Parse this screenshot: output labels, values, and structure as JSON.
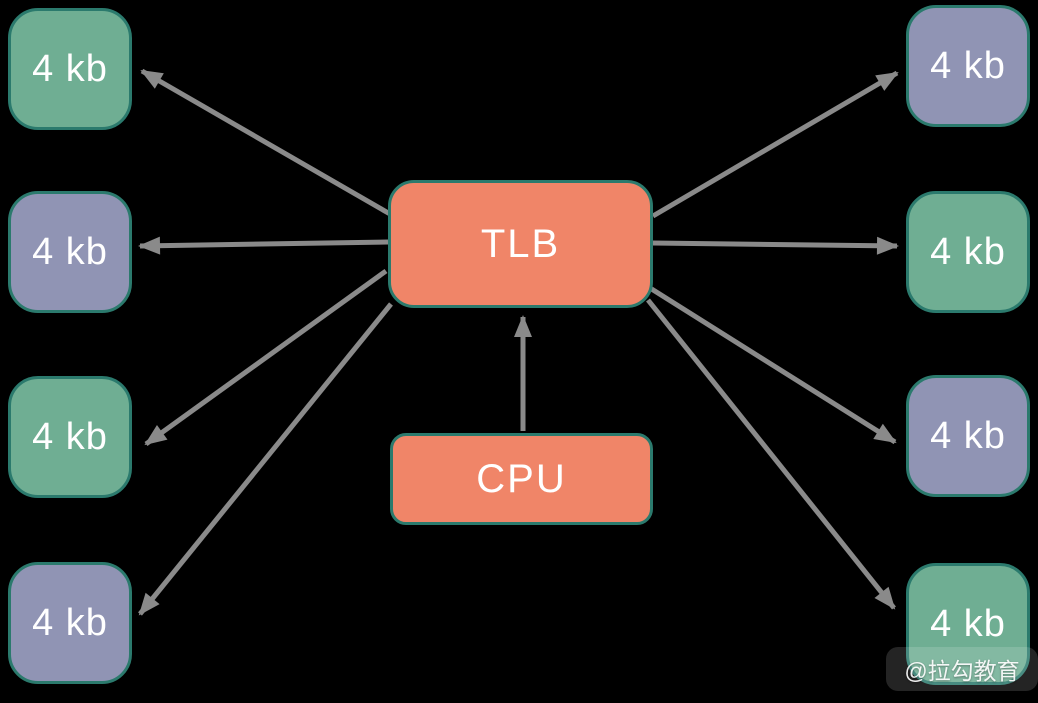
{
  "title": "TLB page translation diagram",
  "colors": {
    "background": "#000000",
    "green": "#6FAE93",
    "purple": "#9094B4",
    "orange": "#F08568",
    "teal-border": "#2B7A6D",
    "arrow": "#8A8A8A",
    "label": "#FFFFFF"
  },
  "nodes": {
    "tlb": {
      "label": "TLB"
    },
    "cpu": {
      "label": "CPU"
    },
    "pages_left": [
      {
        "label": "4 kb",
        "color": "green"
      },
      {
        "label": "4 kb",
        "color": "purple"
      },
      {
        "label": "4 kb",
        "color": "green"
      },
      {
        "label": "4 kb",
        "color": "purple"
      }
    ],
    "pages_right": [
      {
        "label": "4 kb",
        "color": "purple"
      },
      {
        "label": "4 kb",
        "color": "green"
      },
      {
        "label": "4 kb",
        "color": "purple"
      },
      {
        "label": "4 kb",
        "color": "green"
      }
    ]
  },
  "edges": [
    {
      "from": "cpu",
      "to": "tlb"
    },
    {
      "from": "tlb",
      "to": "page-left-1"
    },
    {
      "from": "tlb",
      "to": "page-left-2"
    },
    {
      "from": "tlb",
      "to": "page-left-3"
    },
    {
      "from": "tlb",
      "to": "page-left-4"
    },
    {
      "from": "tlb",
      "to": "page-right-1"
    },
    {
      "from": "tlb",
      "to": "page-right-2"
    },
    {
      "from": "tlb",
      "to": "page-right-3"
    },
    {
      "from": "tlb",
      "to": "page-right-4"
    }
  ],
  "watermark": {
    "text": "@拉勾教育"
  }
}
